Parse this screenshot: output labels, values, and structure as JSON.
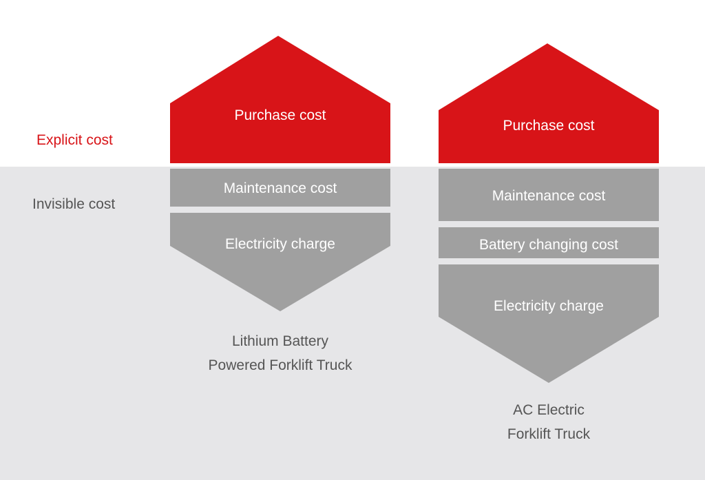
{
  "side_labels": {
    "explicit": "Explicit cost",
    "invisible": "Invisible cost"
  },
  "columns": [
    {
      "caption": [
        "Lithium Battery",
        "Powered Forklift Truck"
      ],
      "purchase": "Purchase cost",
      "maintenance": "Maintenance cost",
      "electricity": "Electricity charge"
    },
    {
      "caption": [
        "AC Electric",
        "Forklift Truck"
      ],
      "purchase": "Purchase cost",
      "maintenance": "Maintenance cost",
      "battery_changing": "Battery changing cost",
      "electricity": "Electricity charge"
    }
  ],
  "colors": {
    "red": "#d81418",
    "gray": "#a0a0a0",
    "band": "#e6e6e8",
    "explicit_text": "#d81418",
    "invisible_text": "#555555"
  }
}
